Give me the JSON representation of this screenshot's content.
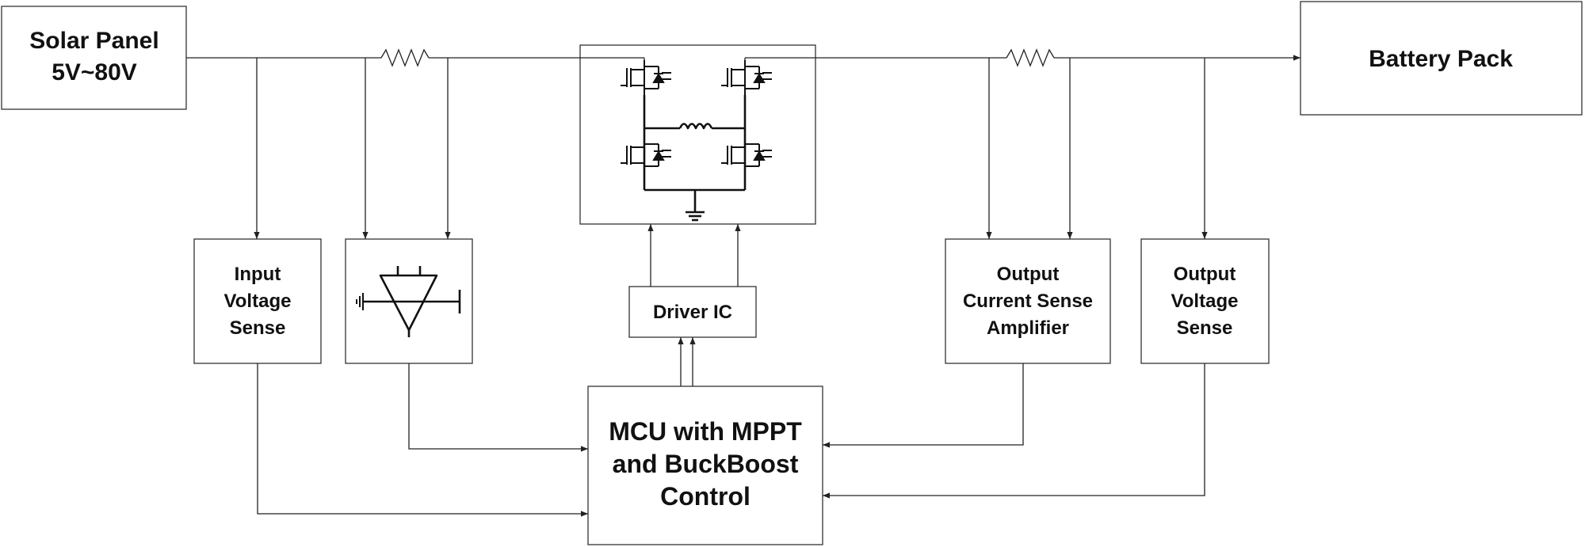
{
  "diagram": {
    "blocks": {
      "solar_panel": {
        "lines": [
          "Solar Panel",
          "5V~80V"
        ]
      },
      "battery_pack": {
        "lines": [
          "Battery Pack"
        ]
      },
      "input_voltage_sense": {
        "lines": [
          "Input",
          "Voltage",
          "Sense"
        ]
      },
      "input_current_sense_amp": {
        "lines": []
      },
      "driver_ic": {
        "lines": [
          "Driver IC"
        ]
      },
      "mcu": {
        "lines": [
          "MCU with MPPT",
          "and BuckBoost",
          "Control"
        ]
      },
      "output_current_sense": {
        "lines": [
          "Output",
          "Current Sense",
          "Amplifier"
        ]
      },
      "output_voltage_sense": {
        "lines": [
          "Output",
          "Voltage",
          "Sense"
        ]
      }
    },
    "colors": {
      "line": "#222222",
      "box_border": "#333333",
      "background": "#ffffff"
    }
  }
}
